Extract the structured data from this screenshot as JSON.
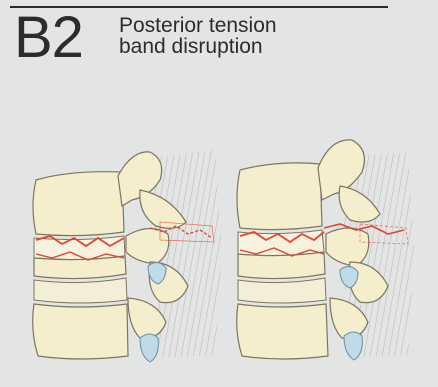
{
  "header": {
    "code": "B2",
    "title_line1": "Posterior tension",
    "title_line2": "band disruption"
  },
  "colors": {
    "background": "#e3e4e4",
    "bone": "#f4eecd",
    "bone_outline": "#7c7660",
    "disc": "#f3efd6",
    "fracture": "#e0462b",
    "cartilage": "#bfdbe8",
    "ligament_hatch": "#9a9a9a"
  },
  "illustration": {
    "panels": [
      {
        "view": "lateral-left",
        "disruption": "fracture through vertebral body and posterior elements"
      },
      {
        "view": "lateral-right",
        "disruption": "fracture through vertebral body and posterior elements"
      }
    ]
  }
}
